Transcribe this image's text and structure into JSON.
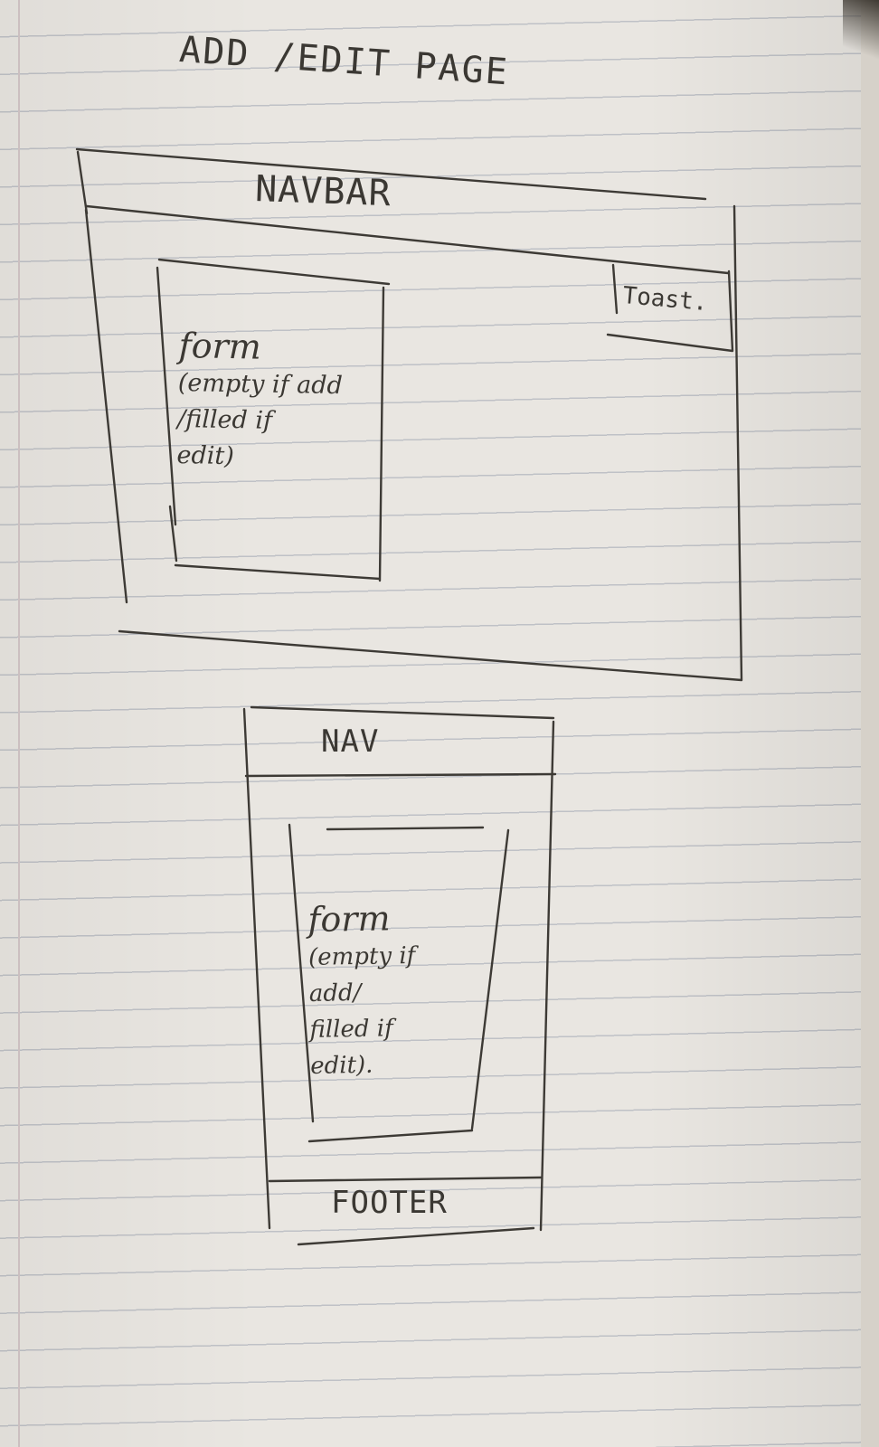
{
  "title": "ADD /EDIT PAGE",
  "desktop_wireframe": {
    "navbar_label": "NAVBAR",
    "toast_label": "Toast.",
    "form_heading": "form",
    "form_desc": "(empty if add\n/filled if\nedit)"
  },
  "mobile_wireframe": {
    "nav_label": "NAV",
    "form_heading": "form",
    "form_desc": "(empty if\nadd/\nfilled if\nedit).",
    "footer_label": "FOOTER"
  }
}
